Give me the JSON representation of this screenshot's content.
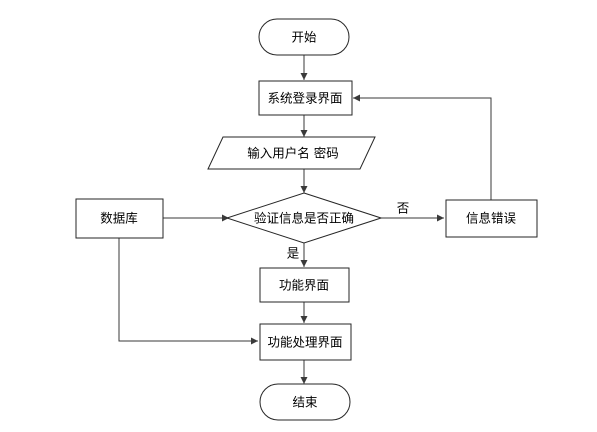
{
  "nodes": {
    "start": "开始",
    "login_ui": "系统登录界面",
    "input_credentials": "输入用户名 密码",
    "verify": "验证信息是否正确",
    "database": "数据库",
    "info_error": "信息错误",
    "function_ui": "功能界面",
    "function_process_ui": "功能处理界面",
    "end": "结束"
  },
  "edge_labels": {
    "no": "否",
    "yes": "是"
  }
}
